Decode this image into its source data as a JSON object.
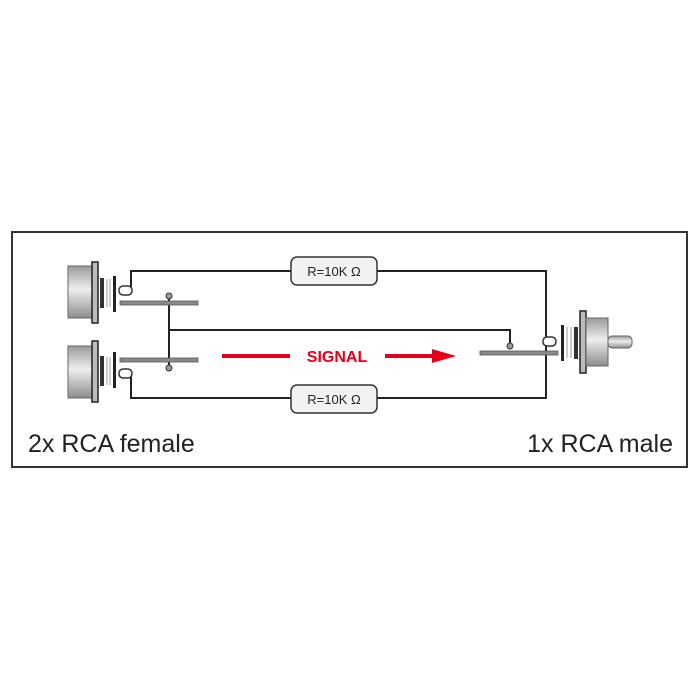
{
  "resistor_top": {
    "label": "R=10K Ω"
  },
  "resistor_bottom": {
    "label": "R=10K Ω"
  },
  "signal": {
    "label": "SIGNAL",
    "color": "#e3001b"
  },
  "left_label": "2x RCA female",
  "right_label": "1x RCA male",
  "colors": {
    "wire": "#222222",
    "connector_body": "#c8c8c8",
    "pin": "#8a8a8a"
  }
}
